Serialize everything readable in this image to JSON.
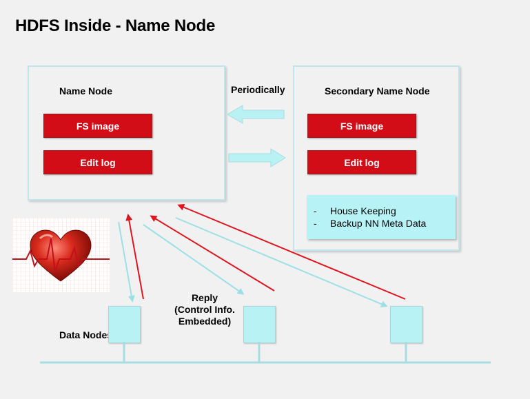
{
  "title": "HDFS Inside - Name Node",
  "name_node": {
    "label": "Name Node",
    "fs_image": "FS image",
    "edit_log": "Edit log"
  },
  "secondary_name_node": {
    "label": "Secondary Name Node",
    "fs_image": "FS image",
    "edit_log": "Edit log",
    "notes": [
      {
        "dash": "-",
        "text": "House Keeping"
      },
      {
        "dash": "-",
        "text": "Backup NN Meta Data"
      }
    ]
  },
  "periodically_label": "Periodically",
  "reply_label": [
    "Reply",
    "(Control Info.",
    "Embedded)"
  ],
  "data_nodes_label": "Data Nodes",
  "icons": [
    "heart-ecg-icon"
  ],
  "colors": {
    "red_box": "#d20d18",
    "cyan": "#b8f2f5",
    "red_arrow": "#e0141e",
    "cyan_arrow": "#9ce0e6"
  }
}
